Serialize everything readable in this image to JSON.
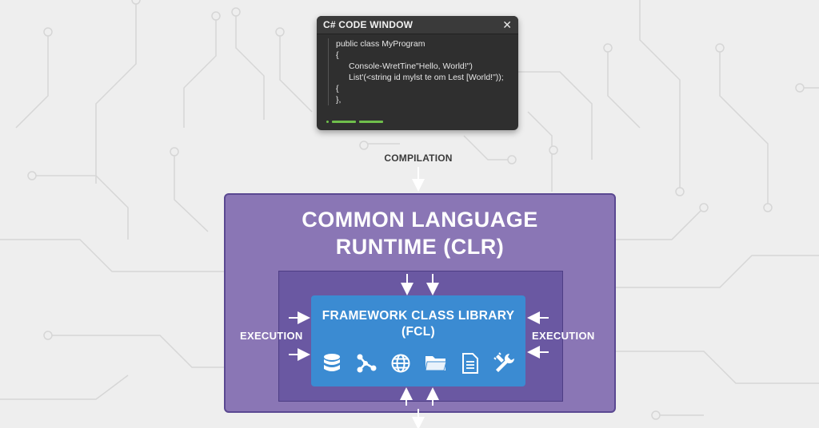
{
  "code_window": {
    "title": "C# CODE WINDOW",
    "close_glyph": "✕",
    "lines": [
      "public class MyProgram",
      "{",
      "Console-WretTine\"Hello, World!\")",
      "List'(<string id mylst te om Lest [World!\"));",
      "{",
      "},"
    ]
  },
  "compilation_label": "COMPILATION",
  "clr": {
    "title_line1": "COMMON LANGUAGE",
    "title_line2": "RUNTIME (CLR)"
  },
  "fcl": {
    "title_line1": "FRAMEWORK CLASS LIBRARY",
    "title_line2": "(FCL)",
    "icons": [
      "database-icon",
      "network-icon",
      "globe-icon",
      "folder-icon",
      "document-icon",
      "tools-icon"
    ]
  },
  "execution_left": "EXECUTION",
  "execution_right": "EXECUTION",
  "colors": {
    "background": "#eeeeee",
    "code_bg": "#2f2f2f",
    "clr_outer": "#8a76b5",
    "clr_inner": "#6a58a2",
    "fcl": "#3b8bd2",
    "accent_green": "#6fbf4b"
  }
}
